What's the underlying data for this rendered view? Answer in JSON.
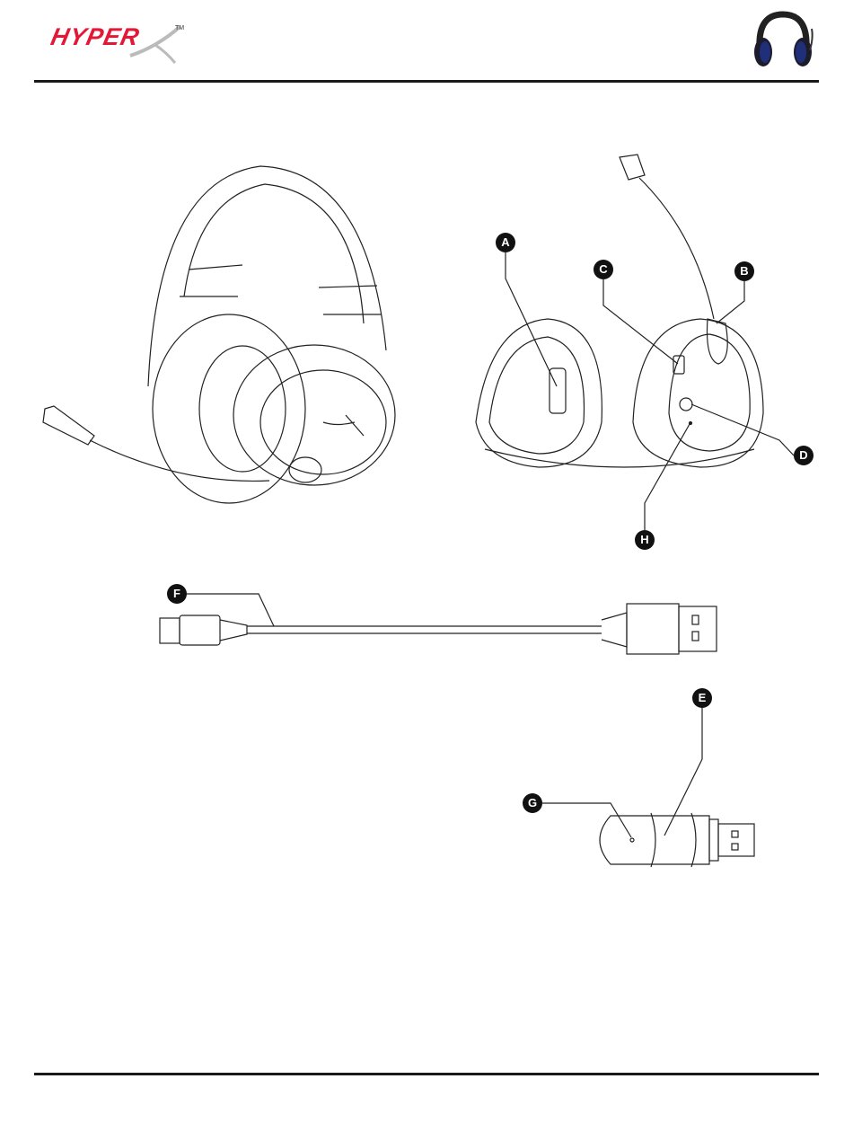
{
  "header": {
    "brand": "HYPER",
    "trademark": "TM",
    "product_icon": "headset-thumbnail-icon"
  },
  "callouts": {
    "A": "A",
    "B": "B",
    "C": "C",
    "D": "D",
    "E": "E",
    "F": "F",
    "G": "G",
    "H": "H"
  },
  "colors": {
    "brand_red": "#e31837",
    "rule": "#1a1a1a",
    "callout_bg": "#111111",
    "headset_blue": "#1f2f7a"
  }
}
